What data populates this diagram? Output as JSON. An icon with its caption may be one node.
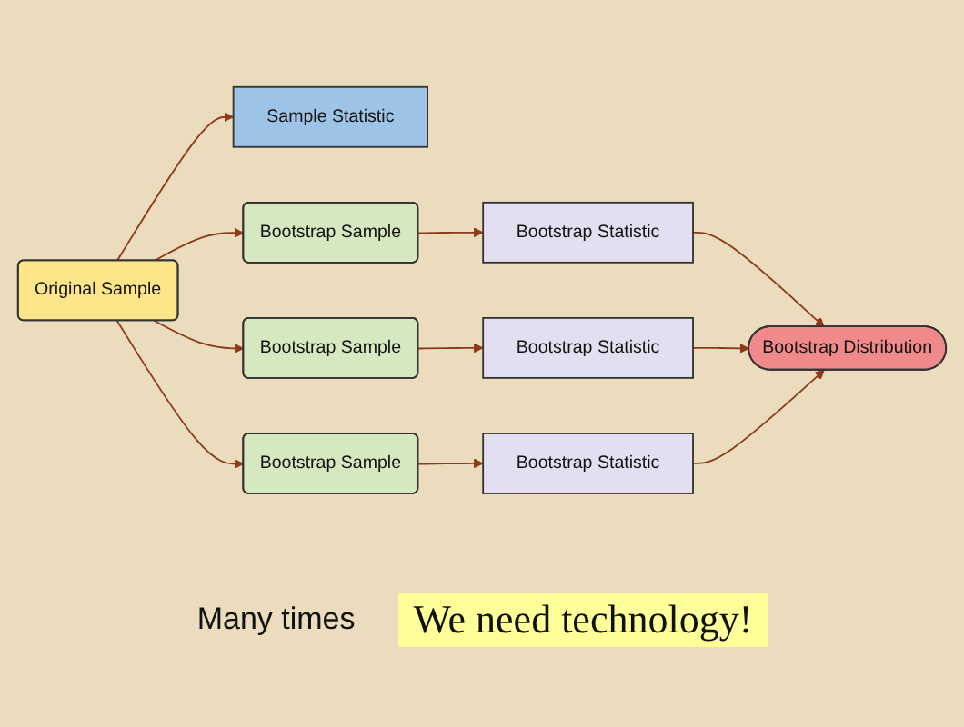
{
  "diagram": {
    "nodes": [
      {
        "text": [
          "Original Sample"
        ]
      },
      {
        "text": [
          "Sample Statistic"
        ]
      },
      {
        "text": [
          "Bootstrap Sample"
        ]
      },
      {
        "text": [
          "Bootstrap Statistic"
        ]
      },
      {
        "text": [
          "Bootstrap Sample"
        ]
      },
      {
        "text": [
          "Bootstrap Statistic"
        ]
      },
      {
        "text": [
          "Bootstrap Sample"
        ]
      },
      {
        "text": [
          "Bootstrap Statistic"
        ]
      },
      {
        "text": [
          "Bootstrap Distribution"
        ]
      }
    ],
    "edges": [
      {
        "from": 0,
        "to": 1,
        "arrow": "to"
      },
      {
        "from": 0,
        "to": 2,
        "arrow": "to"
      },
      {
        "from": 0,
        "to": 4,
        "arrow": "to"
      },
      {
        "from": 0,
        "to": 6,
        "arrow": "to"
      },
      {
        "from": 2,
        "to": 3,
        "arrow": "to"
      },
      {
        "from": 4,
        "to": 5,
        "arrow": "to"
      },
      {
        "from": 6,
        "to": 7,
        "arrow": "to"
      },
      {
        "from": 3,
        "to": 8,
        "arrow": "to"
      },
      {
        "from": 5,
        "to": 8,
        "arrow": "to"
      },
      {
        "from": 7,
        "to": 8,
        "arrow": "to"
      }
    ],
    "labels": [
      "Many times",
      "We need technology!"
    ]
  }
}
